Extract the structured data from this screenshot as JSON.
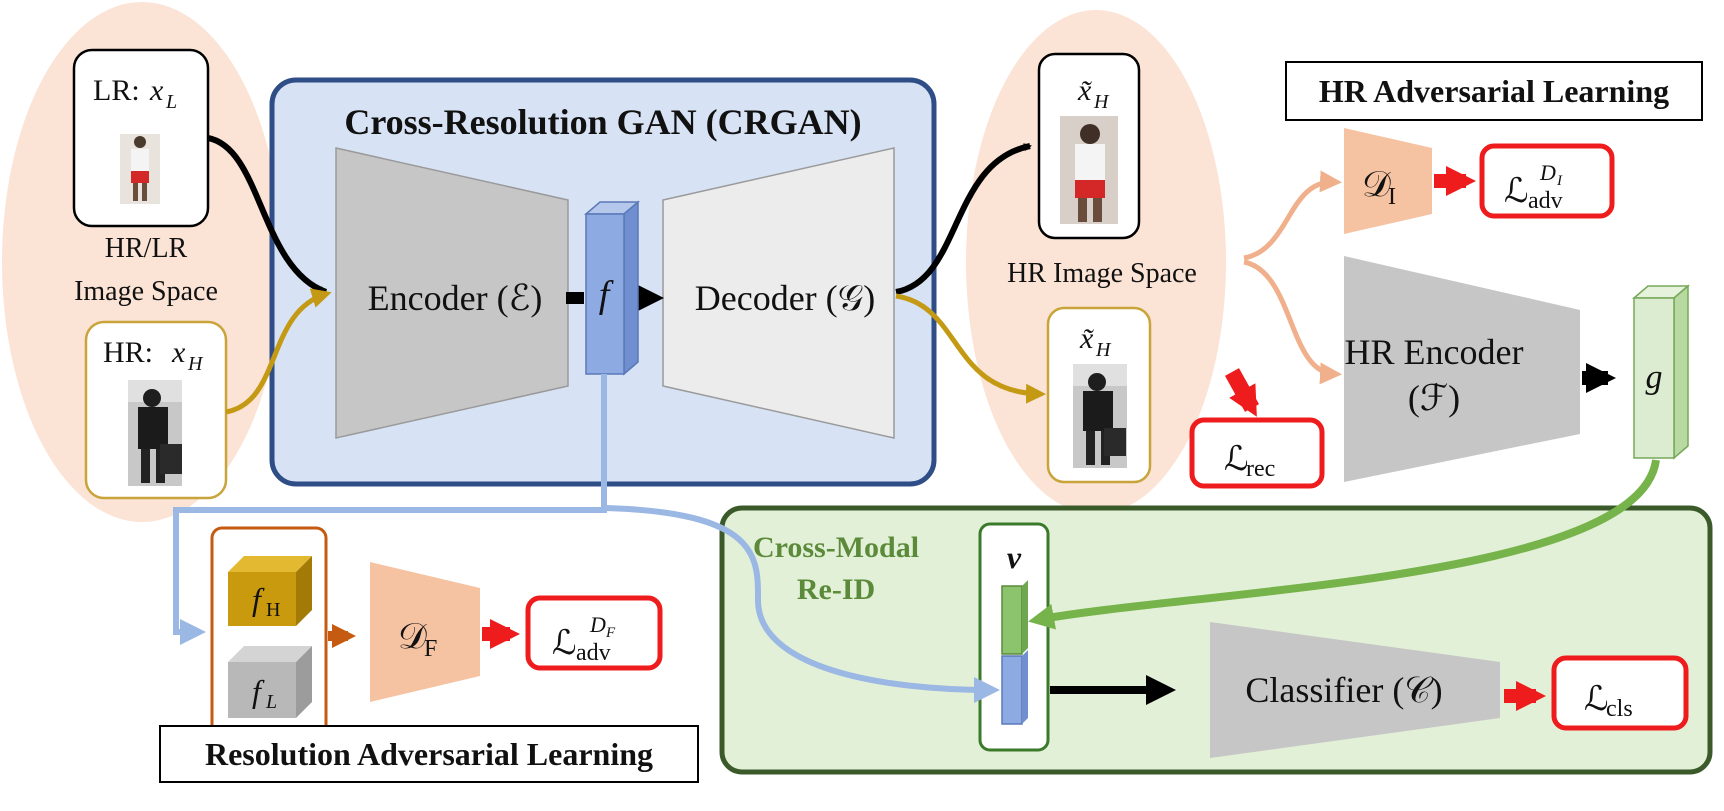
{
  "labels": {
    "lr_input": "LR:",
    "lr_symbol": "x",
    "lr_sub": "L",
    "hr_input": "HR:",
    "hr_symbol": "x",
    "hr_sub": "H",
    "space_left_1": "HR/LR",
    "space_left_2": "Image Space",
    "crgan_title": "Cross-Resolution GAN (CRGAN)",
    "encoder": "Encoder (ℰ)",
    "feature": "f",
    "decoder": "Decoder (𝒢)",
    "xh_tilde": "x̃",
    "xh_sub": "H",
    "hr_space": "HR Image Space",
    "hr_adv_title": "HR Adversarial Learning",
    "d_i": "𝒟",
    "d_i_sub": "I",
    "loss_adv_i": "ℒ",
    "loss_adv_i_sub": "adv",
    "loss_adv_i_sup": "D",
    "loss_adv_i_supsub": "I",
    "hr_encoder_1": "HR Encoder",
    "hr_encoder_2": "(ℱ)",
    "g_vec": "g",
    "loss_rec": "ℒ",
    "loss_rec_sub": "rec",
    "f_h": "f",
    "f_h_sub": "H",
    "f_l": "f",
    "f_l_sub": "L",
    "d_f": "𝒟",
    "d_f_sub": "F",
    "loss_adv_f": "ℒ",
    "loss_adv_f_sub": "adv",
    "loss_adv_f_sup": "D",
    "loss_adv_f_supsub": "F",
    "res_adv_title": "Resolution Adversarial Learning",
    "cross_modal_1": "Cross-Modal",
    "cross_modal_2": "Re-ID",
    "v_vec": "v",
    "classifier": "Classifier (𝒞)",
    "loss_cls": "ℒ",
    "loss_cls_sub": "cls"
  },
  "colors": {
    "peach_region": "#fbe3d5",
    "crgan_fill": "#d7e3f4",
    "crgan_border": "#2f4d87",
    "reid_fill": "#e3f0d8",
    "reid_border": "#3b5a2a",
    "blue_arrow": "#9bb7e4",
    "gold_arrow": "#c49a14",
    "green_arrow": "#76b34a",
    "peach_arrow": "#f0b08c",
    "loss_red": "#ee1c1c",
    "orange_arrow": "#c55a11"
  }
}
